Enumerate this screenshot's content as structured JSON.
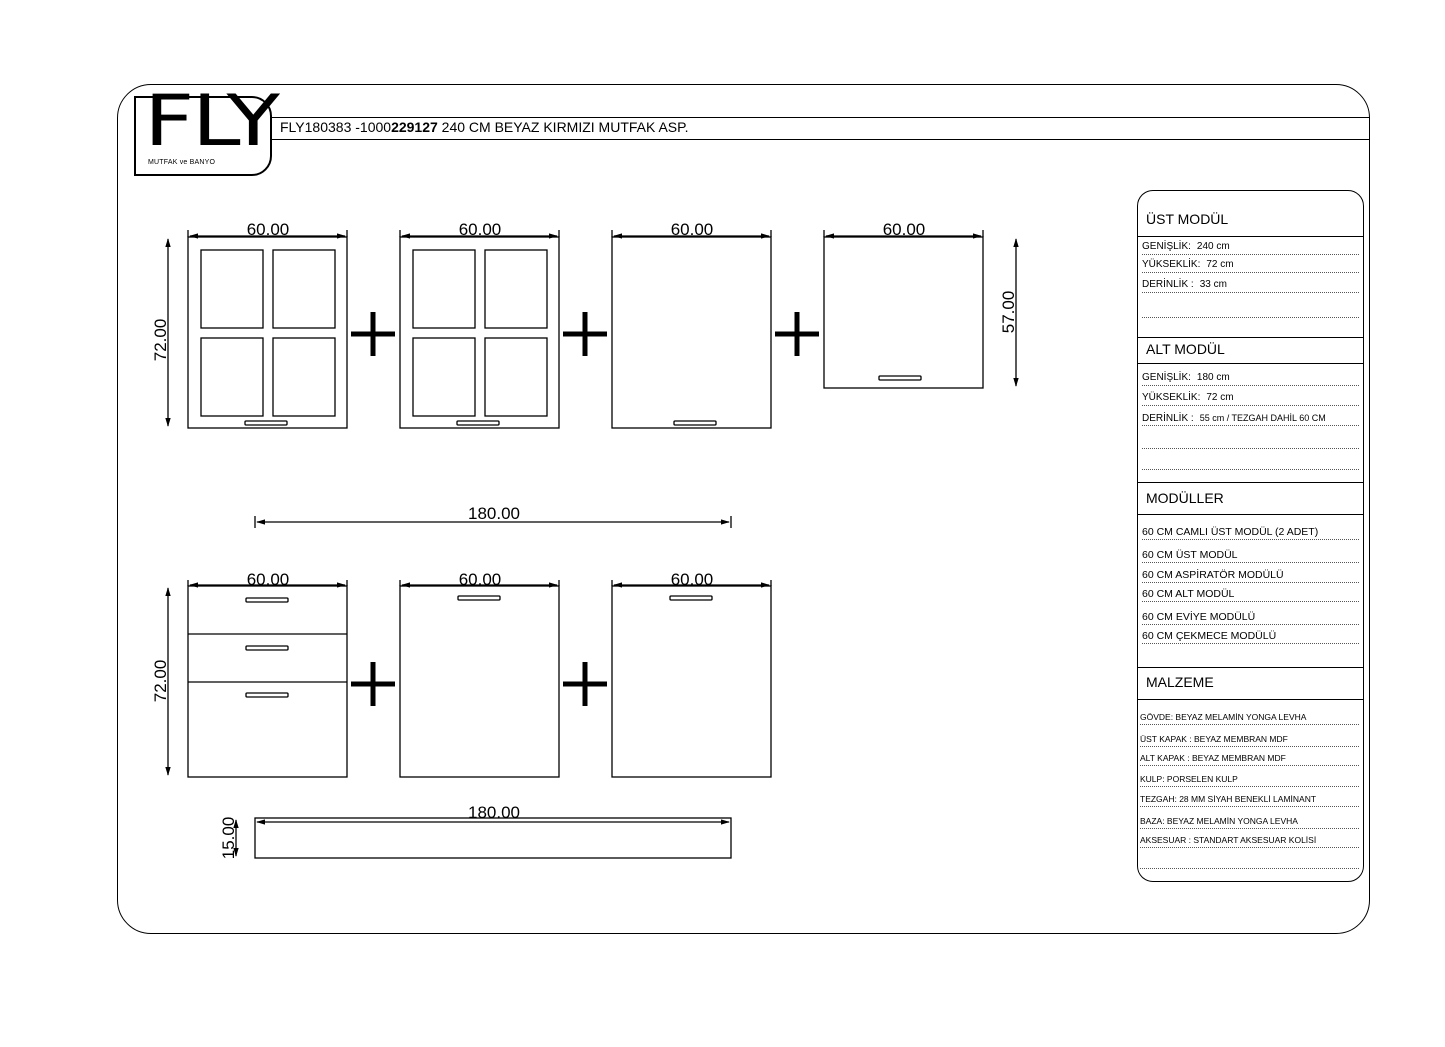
{
  "header": {
    "logo_text": "FLY",
    "logo_subtitle": "MUTFAK ve BANYO",
    "title_prefix": "FLY180383 -1000",
    "title_bold": "229127",
    "title_suffix": " 240 CM BEYAZ KIRMIZI MUTFAK ASP."
  },
  "upper_row": {
    "module_widths": [
      "60.00",
      "60.00",
      "60.00",
      "60.00"
    ],
    "height_label": "72.00",
    "hood_height_label": "57.00",
    "total_width_label": "180.00"
  },
  "lower_row": {
    "module_widths": [
      "60.00",
      "60.00",
      "60.00"
    ],
    "height_label": "72.00",
    "counter_width_label": "180.00",
    "counter_height_label": "15.00"
  },
  "panel": {
    "ust_modul": {
      "title": "ÜST MODÜL",
      "rows": [
        {
          "label": "GENİŞLİK:",
          "value": "240 cm"
        },
        {
          "label": "YÜKSEKLİK:",
          "value": "72 cm"
        },
        {
          "label": "DERİNLİK :",
          "value": "33 cm"
        }
      ]
    },
    "alt_modul": {
      "title": "ALT MODÜL",
      "rows": [
        {
          "label": "GENİŞLİK:",
          "value": "180 cm"
        },
        {
          "label": "YÜKSEKLİK:",
          "value": "72 cm"
        },
        {
          "label": "DERİNLİK :",
          "value": "55 cm / TEZGAH DAHİL 60 CM"
        }
      ]
    },
    "moduller": {
      "title": "MODÜLLER",
      "items": [
        "60 CM CAMLI ÜST MODÜL (2 ADET)",
        "60 CM ÜST MODÜL",
        "60 CM ASPİRATÖR MODÜLÜ",
        "60 CM ALT MODÜL",
        "60 CM EVİYE MODÜLÜ",
        "60 CM ÇEKMECE MODÜLÜ"
      ]
    },
    "malzeme": {
      "title": "MALZEME",
      "items": [
        "GÖVDE: BEYAZ MELAMİN YONGA LEVHA",
        "ÜST KAPAK : BEYAZ MEMBRAN MDF",
        "ALT KAPAK : BEYAZ MEMBRAN MDF",
        "KULP: PORSELEN KULP",
        "TEZGAH: 28 MM SİYAH BENEKLİ LAMİNANT",
        "BAZA: BEYAZ MELAMİN YONGA LEVHA",
        "AKSESUAR : STANDART AKSESUAR KOLİSİ"
      ]
    }
  }
}
